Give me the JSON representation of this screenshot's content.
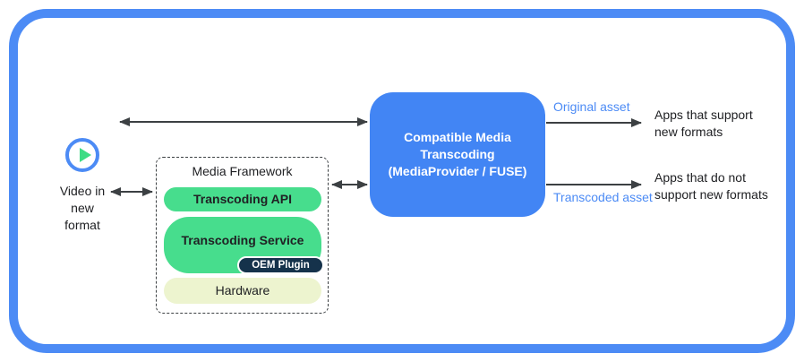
{
  "diagram": {
    "video_source": {
      "label": "Video in\nnew\nformat"
    },
    "media_framework": {
      "title": "Media Framework",
      "transcoding_api_label": "Transcoding API",
      "transcoding_service_label": "Transcoding Service",
      "oem_plugin_label": "OEM Plugin",
      "hardware_label": "Hardware"
    },
    "transcoder": {
      "label": "Compatible Media\nTranscoding\n(MediaProvider / FUSE)"
    },
    "outputs": {
      "original_asset_label": "Original asset",
      "transcoded_asset_label": "Transcoded asset",
      "apps_support_label": "Apps that support\nnew formats",
      "apps_not_support_label": "Apps that do not\nsupport new formats"
    },
    "colors": {
      "frame_blue": "#4C8BF5",
      "transcoder_blue": "#4285F4",
      "asset_label_blue": "#4C8BF5",
      "pill_green": "#47DD8D",
      "play_green": "#3DDC84",
      "oem_navy": "#15324B",
      "hardware_pale_green": "#EDF4CF",
      "arrow_gray": "#3C4043",
      "text_black": "#202124"
    }
  }
}
